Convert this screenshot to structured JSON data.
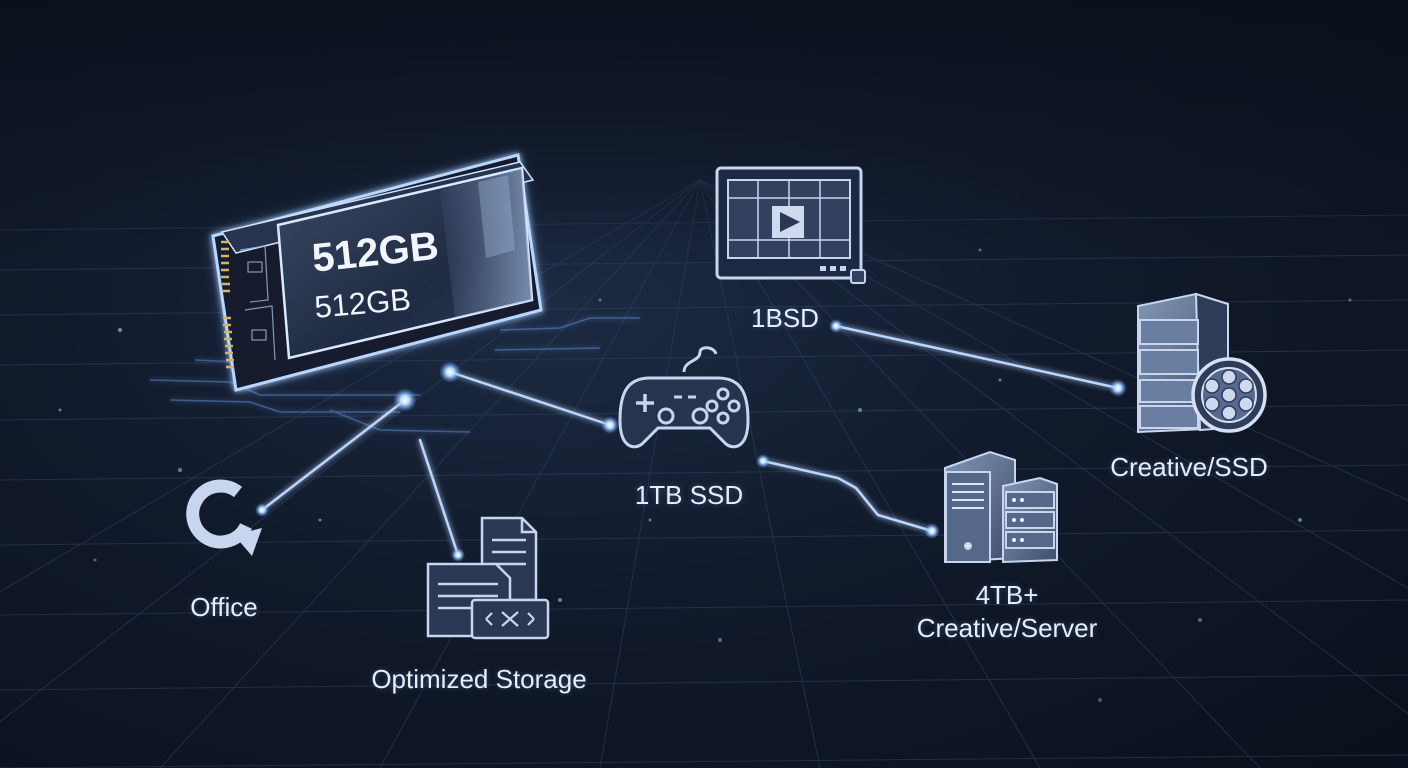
{
  "ssd": {
    "capacity_primary": "512GB",
    "capacity_secondary": "512GB"
  },
  "nodes": {
    "office": {
      "label": "Office",
      "icon": "refresh-arrow-icon"
    },
    "optimized_storage": {
      "label": "Optimized Storage",
      "icon": "documents-icon"
    },
    "gaming": {
      "label": "1TB SSD",
      "icon": "gamepad-icon"
    },
    "video": {
      "label": "1BSD",
      "icon": "video-editor-icon"
    },
    "server": {
      "label_line1": "4TB+",
      "label_line2": "Creative/Server",
      "icon": "server-tower-icon"
    },
    "creative": {
      "label": "Creative/SSD",
      "icon": "server-reel-icon"
    }
  },
  "colors": {
    "background": "#111a2b",
    "glow": "#8fc1ff",
    "line": "#b9d6ff",
    "icon_fill": "#4c5c78",
    "icon_stroke": "#c7d6ee"
  }
}
